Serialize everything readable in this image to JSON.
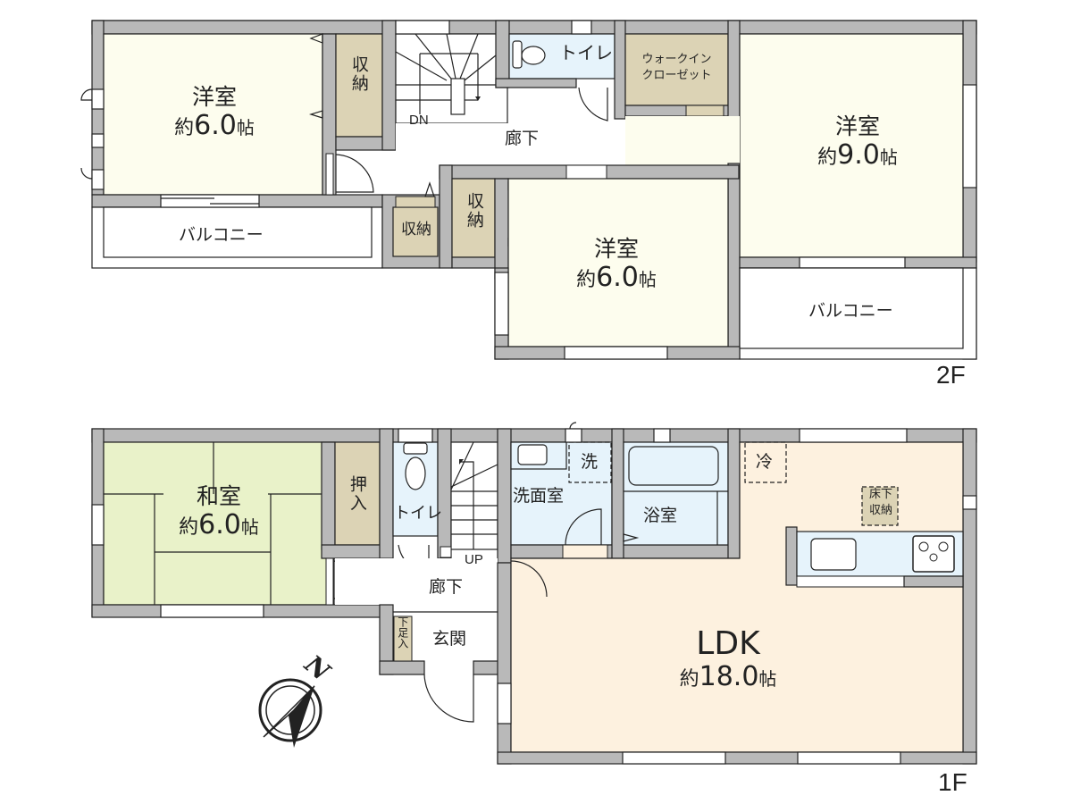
{
  "floors": [
    {
      "label": "2F",
      "rooms": [
        {
          "id": "west-room",
          "name": "洋室",
          "size_prefix": "約",
          "size": "6.0",
          "unit": "帖"
        },
        {
          "id": "east-room",
          "name": "洋室",
          "size_prefix": "約",
          "size": "9.0",
          "unit": "帖"
        },
        {
          "id": "south-room",
          "name": "洋室",
          "size_prefix": "約",
          "size": "6.0",
          "unit": "帖"
        },
        {
          "id": "storage-1",
          "name": "収納"
        },
        {
          "id": "storage-2",
          "name": "収納"
        },
        {
          "id": "storage-3",
          "name": "収納"
        },
        {
          "id": "toilet",
          "name": "トイレ"
        },
        {
          "id": "walk-in-closet",
          "name_line1": "ウォークイン",
          "name_line2": "クローゼット"
        },
        {
          "id": "hallway",
          "name": "廊下"
        },
        {
          "id": "balcony-west",
          "name": "バルコニー"
        },
        {
          "id": "balcony-east",
          "name": "バルコニー"
        }
      ],
      "stairs_label": "DN"
    },
    {
      "label": "1F",
      "rooms": [
        {
          "id": "japanese-room",
          "name": "和室",
          "size_prefix": "約",
          "size": "6.0",
          "unit": "帖"
        },
        {
          "id": "closet",
          "name": "押入"
        },
        {
          "id": "toilet",
          "name": "トイレ"
        },
        {
          "id": "washroom",
          "name": "洗面室"
        },
        {
          "id": "washer",
          "name": "洗"
        },
        {
          "id": "bathroom",
          "name": "浴室"
        },
        {
          "id": "fridge",
          "name": "冷"
        },
        {
          "id": "underfloor-storage",
          "name_line1": "床下",
          "name_line2": "収納"
        },
        {
          "id": "hallway",
          "name": "廊下"
        },
        {
          "id": "entrance",
          "name": "玄関"
        },
        {
          "id": "shoe-storage",
          "name": "下足入"
        },
        {
          "id": "ldk",
          "name": "LDK",
          "size_prefix": "約",
          "size": "18.0",
          "unit": "帖"
        }
      ],
      "stairs_label": "UP"
    }
  ],
  "compass": {
    "label": "N"
  },
  "colors": {
    "wall": "#b9b9b9",
    "western_room": "#fdfdee",
    "storage": "#dcd3b5",
    "wet_area": "#e6f3fb",
    "japanese_room": "#e9f2c9",
    "ldk": "#fdf1df",
    "outline": "#222222"
  }
}
